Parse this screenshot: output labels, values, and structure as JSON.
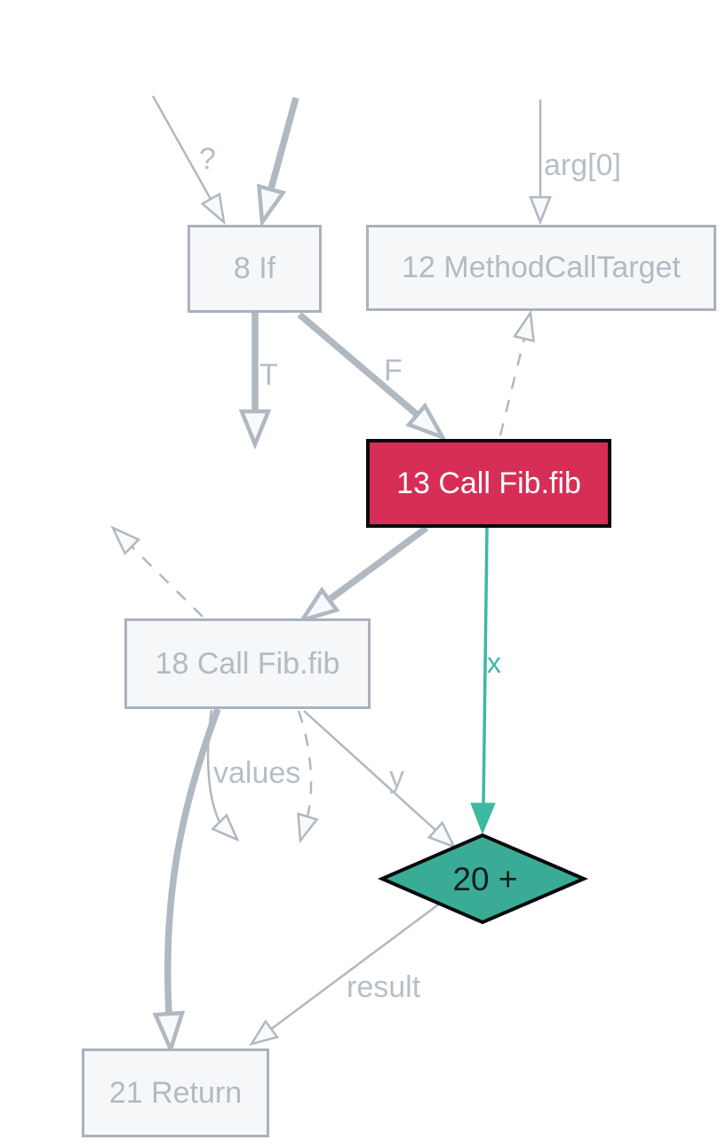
{
  "diagram": {
    "type": "compiler-ir-graph",
    "nodes": [
      {
        "id": "8",
        "label": "8 If",
        "shape": "box",
        "state": "faded"
      },
      {
        "id": "12",
        "label": "12 MethodCallTarget",
        "shape": "box",
        "state": "faded"
      },
      {
        "id": "13",
        "label": "13 Call Fib.fib",
        "shape": "box",
        "state": "selected"
      },
      {
        "id": "18",
        "label": "18 Call Fib.fib",
        "shape": "box",
        "state": "faded"
      },
      {
        "id": "20",
        "label": "20 +",
        "shape": "diamond",
        "state": "highlighted"
      },
      {
        "id": "21",
        "label": "21 Return",
        "shape": "box",
        "state": "faded"
      }
    ],
    "edge_labels": {
      "question": "?",
      "arg0": "arg[0]",
      "true_branch": "T",
      "false_branch": "F",
      "x": "x",
      "values": "values",
      "y": "y",
      "result": "result"
    }
  },
  "colors": {
    "selected_fill": "#d62e56",
    "selected_border": "#0a0a0a",
    "selected_text": "#ffffff",
    "highlight_fill": "#3aab96",
    "highlight_border": "#0a0a0a",
    "highlight_edge": "#3cb9a2",
    "faded_fill": "#f6f7f8",
    "faded_stroke": "#a9b2bc",
    "faded_text": "#b2bac4",
    "edge_gray": "#b0b8c1",
    "edge_label": "#b6bec8"
  }
}
